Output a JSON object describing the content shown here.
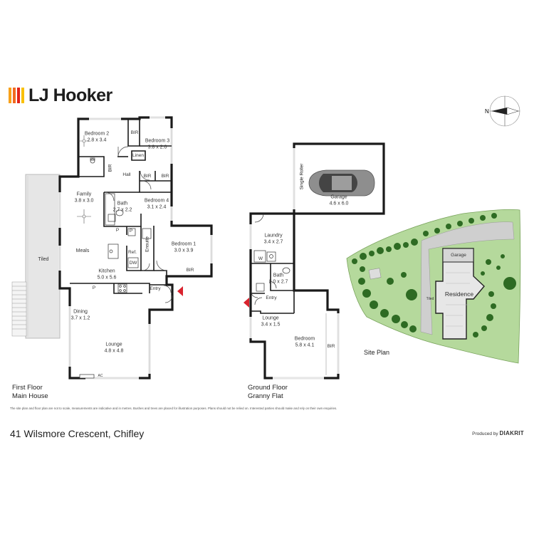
{
  "brand": {
    "name": "LJ Hooker",
    "stripe_colors": [
      "#f7a11a",
      "#f26b21",
      "#e2231a",
      "#f9c000"
    ]
  },
  "address": "41 Wilsmore Crescent, Chifley",
  "produced_by": {
    "prefix": "Produced by",
    "name": "DIAKRIT"
  },
  "disclaimer": "The site plan and floor plan are not to scale, measurements are indicative and in metres. Bushes and trees are placed for illustration purposes. Plans should not be relied on. Interested parties should make and rely on their own enquiries.",
  "compass": {
    "label": "N"
  },
  "first_floor": {
    "title_line1": "First Floor",
    "title_line2": "Main House",
    "rooms": {
      "bedroom2": {
        "name": "Bedroom 2",
        "size": "2.8 x 3.4"
      },
      "bedroom3": {
        "name": "Bedroom 3",
        "size": "3.8 x 2.0"
      },
      "bedroom4": {
        "name": "Bedroom 4",
        "size": "3.1 x 2.4"
      },
      "bedroom1": {
        "name": "Bedroom 1",
        "size": "3.0 x 3.9"
      },
      "family": {
        "name": "Family",
        "size": "3.8 x 3.0"
      },
      "bath": {
        "name": "Bath",
        "size": "2.7 x 2.2"
      },
      "meals": {
        "name": "Meals"
      },
      "kitchen": {
        "name": "Kitchen",
        "size": "5.0 x 5.6"
      },
      "dining": {
        "name": "Dining",
        "size": "3.7 x 1.2"
      },
      "lounge": {
        "name": "Lounge",
        "size": "4.8 x 4.8"
      },
      "hall": "Hall",
      "entry": "Entry",
      "tiled": "Tiled",
      "linen": "Linen",
      "bir": "BIR",
      "ensuite": "Ensuite",
      "ref": "Ref.",
      "dw": "DW",
      "pantry": "P",
      "ac": "AC"
    }
  },
  "ground_floor": {
    "title_line1": "Ground Floor",
    "title_line2": "Granny Flat",
    "rooms": {
      "garage": {
        "name": "Garage",
        "size": "4.6 x 6.0"
      },
      "single_roller": "Single Roller",
      "laundry": {
        "name": "Laundry",
        "size": "3.4 x 2.7"
      },
      "bath": {
        "name": "Bath",
        "size": "2.0 x 2.7"
      },
      "entry": "Entry",
      "lounge": {
        "name": "Lounge",
        "size": "3.4 x 1.5"
      },
      "bedroom": {
        "name": "Bedroom",
        "size": "5.8 x 4.1"
      },
      "bir": "BIR",
      "w": "W"
    }
  },
  "site_plan": {
    "title": "Site Plan",
    "garage": "Garage",
    "residence": "Residence",
    "tiled": "Tiled"
  }
}
